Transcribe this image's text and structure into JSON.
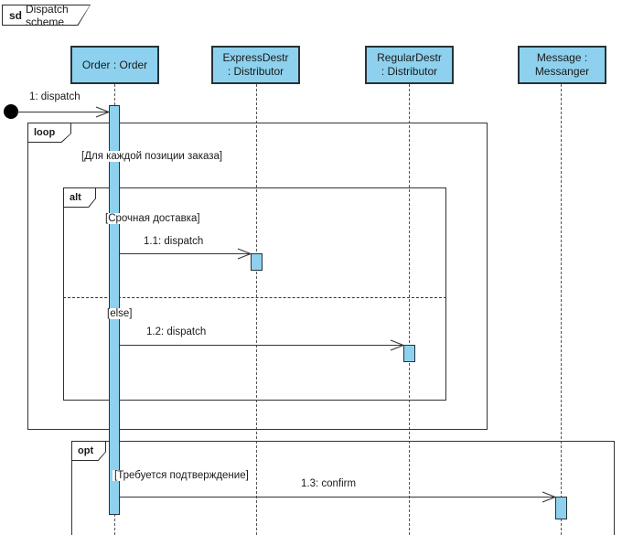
{
  "frame": {
    "keyword": "sd",
    "name": "Dispatch scheme"
  },
  "lifelines": [
    {
      "name": "Order : Order"
    },
    {
      "name": "ExpressDestr\n: Distributor"
    },
    {
      "name": "RegularDestr\n: Distributor"
    },
    {
      "name": "Message :\nMessanger"
    }
  ],
  "messages": [
    {
      "label": "1: dispatch",
      "kind": "found-message"
    },
    {
      "label": "1.1: dispatch",
      "kind": "async"
    },
    {
      "label": "1.2: dispatch",
      "kind": "async"
    },
    {
      "label": "1.3: confirm",
      "kind": "async"
    }
  ],
  "fragments": {
    "loop": {
      "operator": "loop",
      "guard": "[Для каждой позиции заказа]"
    },
    "alt": {
      "operator": "alt",
      "guard1": "[Срочная доставка]",
      "guard2": "[else]"
    },
    "opt": {
      "operator": "opt",
      "guard": "[Требуется подтверждение]"
    }
  },
  "colors": {
    "shape_fill": "#8DD1EE",
    "shape_border": "#263238",
    "line": "#333333",
    "background": "#FFFFFF"
  }
}
